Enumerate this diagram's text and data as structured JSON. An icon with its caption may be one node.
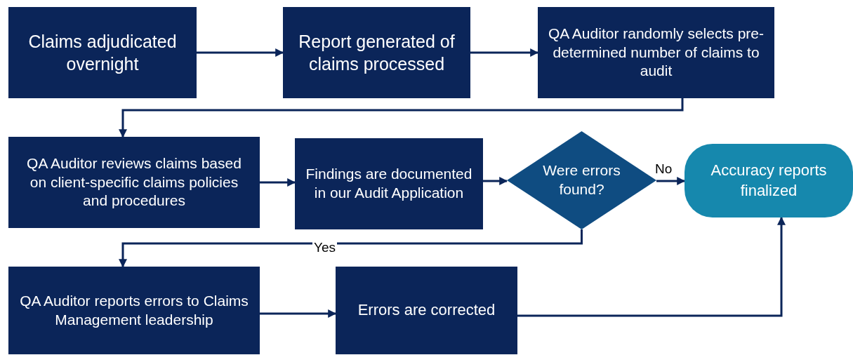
{
  "diagram": {
    "nodes": [
      {
        "text": [
          "Claims adjudicated overnight"
        ]
      },
      {
        "text": [
          "Report generated of claims processed"
        ]
      },
      {
        "text": [
          "QA Auditor randomly selects pre-determined number of claims to audit"
        ]
      },
      {
        "text": [
          "QA Auditor reviews claims based on client-specific claims policies and procedures"
        ]
      },
      {
        "text": [
          "Findings are documented in our Audit Application"
        ]
      },
      {
        "text": [
          "Were errors found?"
        ]
      },
      {
        "text": [
          "Accuracy reports finalized"
        ]
      },
      {
        "text": [
          "QA Auditor reports errors to Claims Management leadership"
        ]
      },
      {
        "text": [
          "Errors are corrected"
        ]
      }
    ],
    "edges": [
      {
        "from": 0,
        "to": 1,
        "arrow": "to"
      },
      {
        "from": 1,
        "to": 2,
        "arrow": "to"
      },
      {
        "from": 2,
        "to": 3,
        "arrow": "to"
      },
      {
        "from": 3,
        "to": 4,
        "arrow": "to"
      },
      {
        "from": 4,
        "to": 5,
        "arrow": "to"
      },
      {
        "from": 5,
        "to": 6,
        "arrow": "to",
        "label": "No"
      },
      {
        "from": 5,
        "to": 7,
        "arrow": "to",
        "label": "Yes"
      },
      {
        "from": 7,
        "to": 8,
        "arrow": "to"
      },
      {
        "from": 8,
        "to": 6,
        "arrow": "to"
      }
    ]
  }
}
